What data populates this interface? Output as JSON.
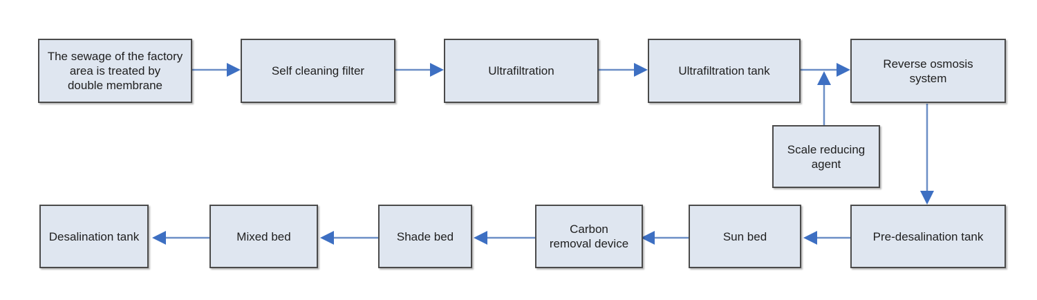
{
  "colors": {
    "box_fill": "#dfe6f0",
    "box_border": "#4a4a4a",
    "arrow": "#6b8ec6",
    "arrow_head": "#3d6fc2"
  },
  "nodes": [
    {
      "id": "sewage",
      "label": "The sewage of the factory\narea is treated by\ndouble membrane"
    },
    {
      "id": "self-cleaning-filter",
      "label": "Self cleaning filter"
    },
    {
      "id": "ultrafiltration",
      "label": "Ultrafiltration"
    },
    {
      "id": "ultrafiltration-tank",
      "label": "Ultrafiltration tank"
    },
    {
      "id": "reverse-osmosis",
      "label": "Reverse osmosis\nsystem"
    },
    {
      "id": "scale-reducing-agent",
      "label": "Scale reducing\nagent"
    },
    {
      "id": "pre-desalination-tank",
      "label": "Pre-desalination tank"
    },
    {
      "id": "sun-bed",
      "label": "Sun bed"
    },
    {
      "id": "carbon-removal",
      "label": "Carbon\nremoval device"
    },
    {
      "id": "shade-bed",
      "label": "Shade bed"
    },
    {
      "id": "mixed-bed",
      "label": "Mixed bed"
    },
    {
      "id": "desalination-tank",
      "label": "Desalination tank"
    }
  ],
  "edges": [
    {
      "from": "sewage",
      "to": "self-cleaning-filter"
    },
    {
      "from": "self-cleaning-filter",
      "to": "ultrafiltration"
    },
    {
      "from": "ultrafiltration",
      "to": "ultrafiltration-tank"
    },
    {
      "from": "ultrafiltration-tank",
      "to": "reverse-osmosis"
    },
    {
      "from": "scale-reducing-agent",
      "to": "reverse-osmosis"
    },
    {
      "from": "reverse-osmosis",
      "to": "pre-desalination-tank"
    },
    {
      "from": "pre-desalination-tank",
      "to": "sun-bed"
    },
    {
      "from": "sun-bed",
      "to": "carbon-removal"
    },
    {
      "from": "carbon-removal",
      "to": "shade-bed"
    },
    {
      "from": "shade-bed",
      "to": "mixed-bed"
    },
    {
      "from": "mixed-bed",
      "to": "desalination-tank"
    }
  ]
}
